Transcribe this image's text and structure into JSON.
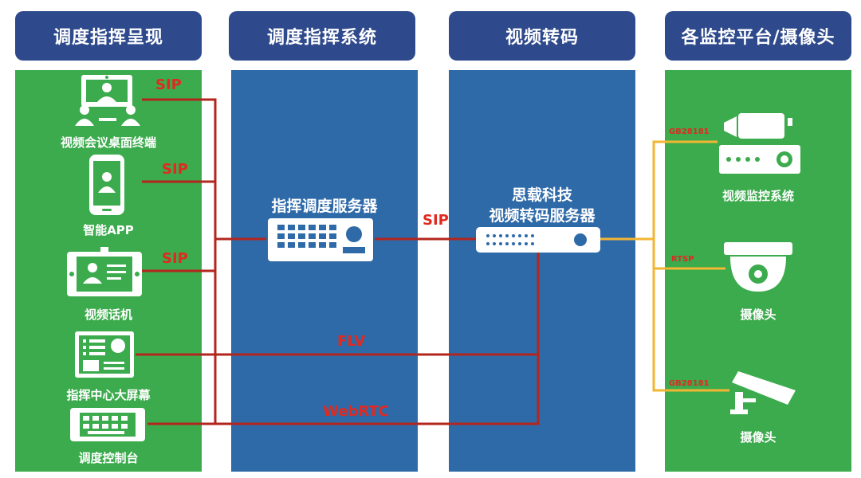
{
  "headers": {
    "col1": "调度指挥呈现",
    "col2": "调度指挥系统",
    "col3": "视频转码",
    "col4": "各监控平台/摄像头"
  },
  "terminals": {
    "video_conf": "视频会议桌面终端",
    "smart_app": "智能APP",
    "video_phone": "视频话机",
    "command_screen": "指挥中心大屏幕",
    "console": "调度控制台"
  },
  "servers": {
    "dispatch": "指挥调度服务器",
    "transcode_line1": "思载科技",
    "transcode_line2": "视频转码服务器"
  },
  "sources": {
    "video_monitoring": "视频监控系统",
    "camera1": "摄像头",
    "camera2": "摄像头"
  },
  "protocols": {
    "sip1": "SIP",
    "sip2": "SIP",
    "sip3": "SIP",
    "sip_mid": "SIP",
    "flv": "FLV",
    "webrtc": "WebRTC",
    "gb1": "GB28181",
    "rtsp": "RTSP",
    "gb2": "GB28181"
  },
  "colors": {
    "header": "#2e4a8c",
    "green": "#3cab4d",
    "blue": "#2f6aa8",
    "red_line": "#b3261e",
    "yellow_line": "#f2b632"
  }
}
